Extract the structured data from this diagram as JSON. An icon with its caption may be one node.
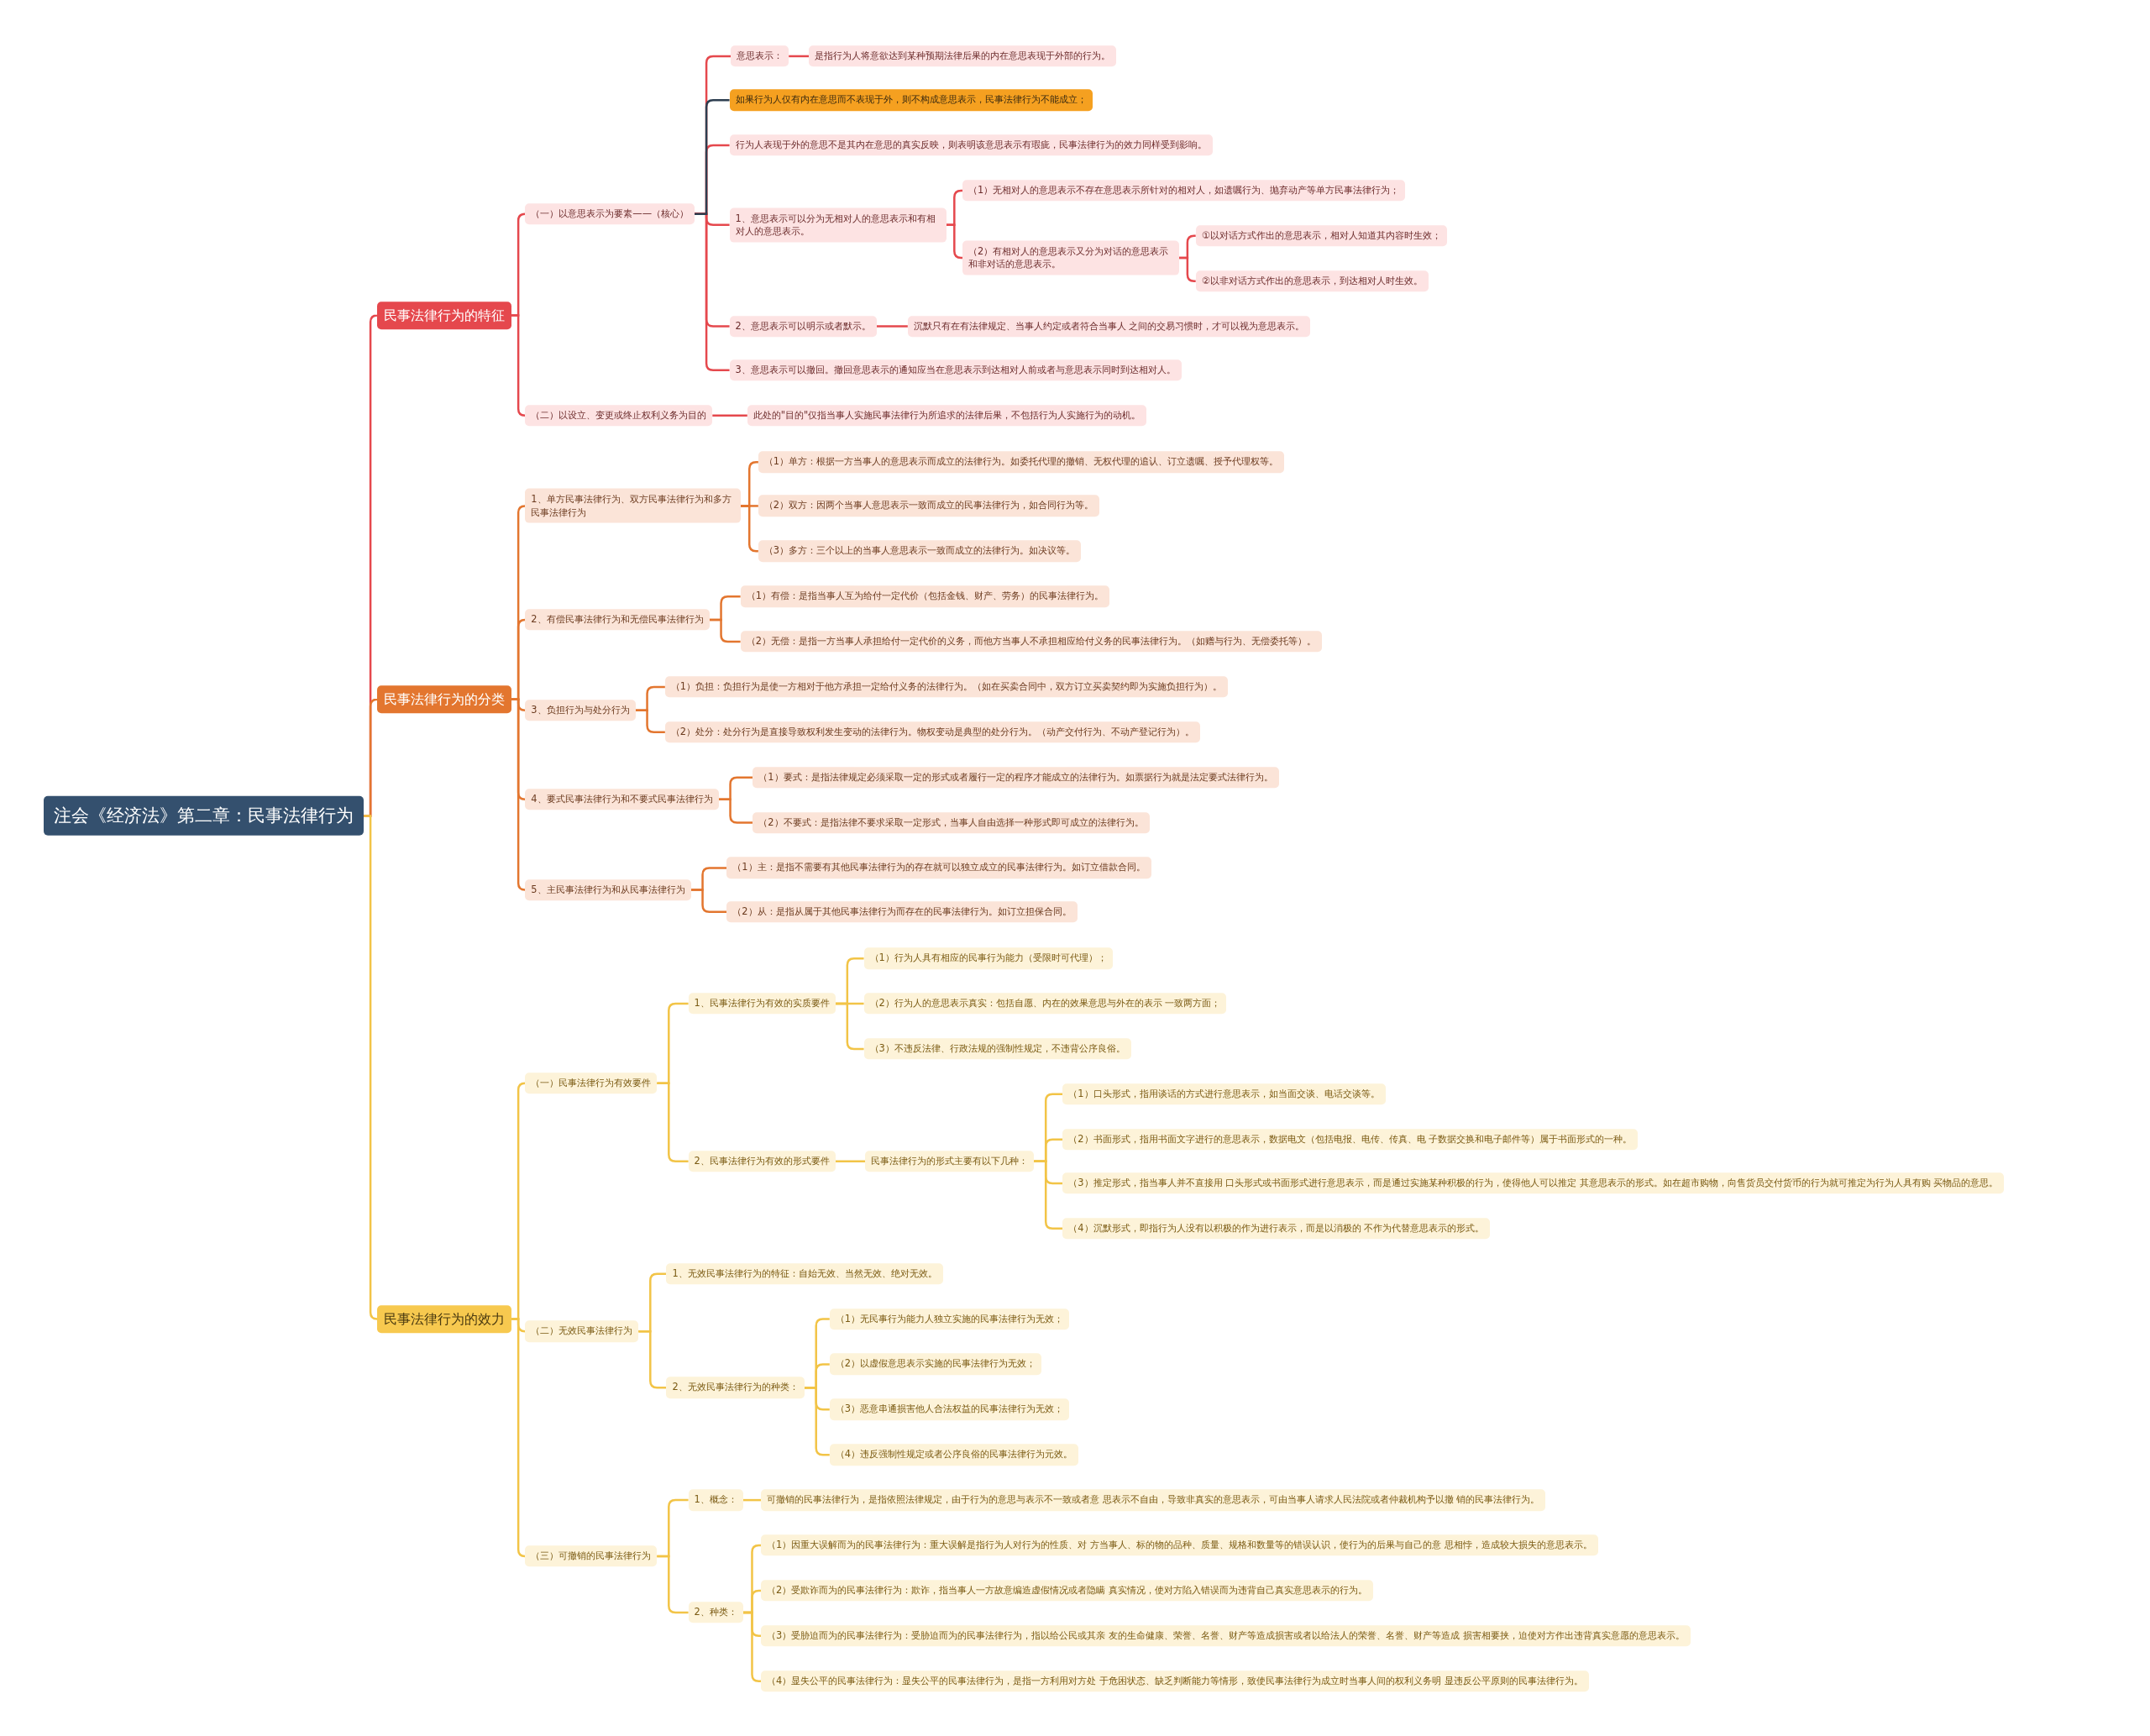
{
  "diagram": {
    "nodes": [
      {
        "text": [
          "注会《经济法》第二章：民事法律行为"
        ]
      },
      {
        "text": [
          "民事法律行为的特征"
        ]
      },
      {
        "text": [
          "（一）以意思表示为要素——（核心）"
        ]
      },
      {
        "text": [
          "意思表示："
        ]
      },
      {
        "text": [
          "是指行为人将意欲达到某种预期法律后果的内在意思表现于外部的行为。"
        ]
      },
      {
        "text": [
          "如果行为人仅有内在意思而不表现于外，则不构成意思表示，民事法律行为不能成立；"
        ]
      },
      {
        "text": [
          "行为人表现于外的意思不是其内在意思的真实反映，则表明该意思表示有瑕疵，民事法律行为的效力同样受到影响。"
        ]
      },
      {
        "text": [
          "1、意思表示可以分为无相对人的意思表示和有相对人的意思表示。"
        ]
      },
      {
        "text": [
          "（1）无相对人的意思表示不存在意思表示所针对的相对人，如遗嘱行为、抛弃动产等单方民事法律行为；"
        ]
      },
      {
        "text": [
          "（2）有相对人的意思表示又分为对话的意思表示和非对话的意思表示。"
        ]
      },
      {
        "text": [
          "①以对话方式作出的意思表示，相对人知道其内容时生效；"
        ]
      },
      {
        "text": [
          "②以非对话方式作出的意思表示，到达相对人时生效。"
        ]
      },
      {
        "text": [
          "2、意思表示可以明示或者默示。"
        ]
      },
      {
        "text": [
          "沉默只有在有法律规定、当事人约定或者符合当事人 之间的交易习惯时，才可以视为意思表示。"
        ]
      },
      {
        "text": [
          "3、意思表示可以撤回。撤回意思表示的通知应当在意思表示到达相对人前或者与意思表示同时到达相对人。"
        ]
      },
      {
        "text": [
          "（二）以设立、变更或终止权利义务为目的"
        ]
      },
      {
        "text": [
          "此处的\"目的\"仅指当事人实施民事法律行为所追求的法律后果，不包括行为人实施行为的动机。"
        ]
      },
      {
        "text": [
          "民事法律行为的分类"
        ]
      },
      {
        "text": [
          "1、单方民事法律行为、双方民事法律行为和多方民事法律行为"
        ]
      },
      {
        "text": [
          "（1）单方：根据一方当事人的意思表示而成立的法律行为。如委托代理的撤销、无权代理的追认、订立遗嘱、授予代理权等。"
        ]
      },
      {
        "text": [
          "（2）双方：因两个当事人意思表示一致而成立的民事法律行为，如合同行为等。"
        ]
      },
      {
        "text": [
          "（3）多方：三个以上的当事人意思表示一致而成立的法律行为。如决议等。"
        ]
      },
      {
        "text": [
          "2、有偿民事法律行为和无偿民事法律行为"
        ]
      },
      {
        "text": [
          "（1）有偿：是指当事人互为给付一定代价（包括金钱、财产、劳务）的民事法律行为。"
        ]
      },
      {
        "text": [
          "（2）无偿：是指一方当事人承担给付一定代价的义务，而他方当事人不承担相应给付义务的民事法律行为。（如赠与行为、无偿委托等）。"
        ]
      },
      {
        "text": [
          "3、负担行为与处分行为"
        ]
      },
      {
        "text": [
          "（1）负担：负担行为是使一方相对于他方承担一定给付义务的法律行为。（如在买卖合同中，双方订立买卖契约即为实施负担行为）。"
        ]
      },
      {
        "text": [
          "（2）处分：处分行为是直接导致权利发生变动的法律行为。物权变动是典型的处分行为。（动产交付行为、不动产登记行为）。"
        ]
      },
      {
        "text": [
          "4、要式民事法律行为和不要式民事法律行为"
        ]
      },
      {
        "text": [
          "（1）要式：是指法律规定必须采取一定的形式或者履行一定的程序才能成立的法律行为。如票据行为就是法定要式法律行为。"
        ]
      },
      {
        "text": [
          "（2）不要式：是指法律不要求采取一定形式，当事人自由选择一种形式即可成立的法律行为。"
        ]
      },
      {
        "text": [
          "5、主民事法律行为和从民事法律行为"
        ]
      },
      {
        "text": [
          "（1）主：是指不需要有其他民事法律行为的存在就可以独立成立的民事法律行为。如订立借款合同。"
        ]
      },
      {
        "text": [
          "（2）从：是指从属于其他民事法律行为而存在的民事法律行为。如订立担保合同。"
        ]
      },
      {
        "text": [
          "民事法律行为的效力"
        ]
      },
      {
        "text": [
          "（一）民事法律行为有效要件"
        ]
      },
      {
        "text": [
          "1、民事法律行为有效的实质要件"
        ]
      },
      {
        "text": [
          "（1）行为人具有相应的民事行为能力（受限时可代理）；"
        ]
      },
      {
        "text": [
          "（2）行为人的意思表示真实：包括自愿、内在的效果意思与外在的表示 一致两方面；"
        ]
      },
      {
        "text": [
          "（3）不违反法律、行政法规的强制性规定，不违背公序良俗。"
        ]
      },
      {
        "text": [
          "2、民事法律行为有效的形式要件"
        ]
      },
      {
        "text": [
          "民事法律行为的形式主要有以下几种："
        ]
      },
      {
        "text": [
          "（1）口头形式，指用谈话的方式进行意思表示，如当面交谈、电话交谈等。"
        ]
      },
      {
        "text": [
          "（2）书面形式，指用书面文字进行的意思表示，数据电文（包括电报、电传、传真、电 子数据交换和电子邮件等）属于书面形式的一种。"
        ]
      },
      {
        "text": [
          "（3）推定形式，指当事人并不直接用 口头形式或书面形式进行意思表示，而是通过实施某种积极的行为，使得他人可以推定 其意思表示的形式。如在超市购物，向售货员交付货币的行为就可推定为行为人具有购 买物品的意思。"
        ]
      },
      {
        "text": [
          "（4）沉默形式，即指行为人没有以积极的作为进行表示，而是以消极的 不作为代替意思表示的形式。"
        ]
      },
      {
        "text": [
          "（二）无效民事法律行为"
        ]
      },
      {
        "text": [
          "1、无效民事法律行为的特征：自始无效、当然无效、绝对无效。"
        ]
      },
      {
        "text": [
          "2、无效民事法律行为的种类："
        ]
      },
      {
        "text": [
          "（1）无民事行为能力人独立实施的民事法律行为无效；"
        ]
      },
      {
        "text": [
          "（2）以虚假意思表示实施的民事法律行为无效；"
        ]
      },
      {
        "text": [
          "（3）恶意串通损害他人合法权益的民事法律行为无效；"
        ]
      },
      {
        "text": [
          "（4）违反强制性规定或者公序良俗的民事法律行为元效。"
        ]
      },
      {
        "text": [
          "（三）可撤销的民事法律行为"
        ]
      },
      {
        "text": [
          "1、概念："
        ]
      },
      {
        "text": [
          "可撤销的民事法律行为，是指依照法律规定，由于行为的意思与表示不一致或者意 思表示不自由，导致非真实的意思表示，可由当事人请求人民法院或者仲裁机构予以撤 销的民事法律行为。"
        ]
      },
      {
        "text": [
          "2、种类："
        ]
      },
      {
        "text": [
          "（1）因重大误解而为的民事法律行为：重大误解是指行为人对行为的性质、对 方当事人、标的物的品种、质量、规格和数量等的错误认识，使行为的后果与自己的意 思相悖，造成较大损失的意思表示。"
        ]
      },
      {
        "text": [
          "（2）受欺诈而为的民事法律行为：欺诈，指当事人一方故意编造虚假情况或者隐瞒 真实情况，使对方陷入错误而为违背自己真实意思表示的行为。"
        ]
      },
      {
        "text": [
          "（3）受胁迫而为的民事法律行为：受胁迫而为的民事法律行为，指以给公民或其亲 友的生命健康、荣誉、名誉、财产等造成损害或者以给法人的荣誉、名誉、财产等造成 损害相要挟，迫使对方作出违背真实意愿的意思表示。"
        ]
      },
      {
        "text": [
          "（4）显失公平的民事法律行为：显失公平的民事法律行为，是指一方利用对方处 于危困状态、缺乏判断能力等情形，致使民事法律行为成立时当事人间的权利义务明 显违反公平原则的民事法律行为。"
        ]
      }
    ],
    "edges": [
      {
        "from": 0,
        "to": 1,
        "arrow": "none",
        "color": "#e5484d"
      },
      {
        "from": 1,
        "to": 2,
        "arrow": "none",
        "color": "#e5484d"
      },
      {
        "from": 2,
        "to": 3,
        "arrow": "none",
        "color": "#e5484d"
      },
      {
        "from": 3,
        "to": 4,
        "arrow": "none",
        "color": "#e5484d"
      },
      {
        "from": 2,
        "to": 5,
        "arrow": "none",
        "color": "#2d3e50"
      },
      {
        "from": 2,
        "to": 6,
        "arrow": "none",
        "color": "#e5484d"
      },
      {
        "from": 2,
        "to": 7,
        "arrow": "none",
        "color": "#e5484d"
      },
      {
        "from": 7,
        "to": 8,
        "arrow": "none",
        "color": "#e5484d"
      },
      {
        "from": 7,
        "to": 9,
        "arrow": "none",
        "color": "#e5484d"
      },
      {
        "from": 9,
        "to": 10,
        "arrow": "none",
        "color": "#e5484d"
      },
      {
        "from": 9,
        "to": 11,
        "arrow": "none",
        "color": "#e5484d"
      },
      {
        "from": 2,
        "to": 12,
        "arrow": "none",
        "color": "#e5484d"
      },
      {
        "from": 12,
        "to": 13,
        "arrow": "none",
        "color": "#e5484d"
      },
      {
        "from": 2,
        "to": 14,
        "arrow": "none",
        "color": "#e5484d"
      },
      {
        "from": 1,
        "to": 15,
        "arrow": "none",
        "color": "#e5484d"
      },
      {
        "from": 15,
        "to": 16,
        "arrow": "none",
        "color": "#e5484d"
      },
      {
        "from": 0,
        "to": 17,
        "arrow": "none",
        "color": "#e3762f"
      },
      {
        "from": 17,
        "to": 18,
        "arrow": "none",
        "color": "#e3762f"
      },
      {
        "from": 18,
        "to": 19,
        "arrow": "none",
        "color": "#e3762f"
      },
      {
        "from": 18,
        "to": 20,
        "arrow": "none",
        "color": "#e3762f"
      },
      {
        "from": 18,
        "to": 21,
        "arrow": "none",
        "color": "#e3762f"
      },
      {
        "from": 17,
        "to": 22,
        "arrow": "none",
        "color": "#e3762f"
      },
      {
        "from": 22,
        "to": 23,
        "arrow": "none",
        "color": "#e3762f"
      },
      {
        "from": 22,
        "to": 24,
        "arrow": "none",
        "color": "#e3762f"
      },
      {
        "from": 17,
        "to": 25,
        "arrow": "none",
        "color": "#e3762f"
      },
      {
        "from": 25,
        "to": 26,
        "arrow": "none",
        "color": "#e3762f"
      },
      {
        "from": 25,
        "to": 27,
        "arrow": "none",
        "color": "#e3762f"
      },
      {
        "from": 17,
        "to": 28,
        "arrow": "none",
        "color": "#e3762f"
      },
      {
        "from": 28,
        "to": 29,
        "arrow": "none",
        "color": "#e3762f"
      },
      {
        "from": 28,
        "to": 30,
        "arrow": "none",
        "color": "#e3762f"
      },
      {
        "from": 17,
        "to": 31,
        "arrow": "none",
        "color": "#e3762f"
      },
      {
        "from": 31,
        "to": 32,
        "arrow": "none",
        "color": "#e3762f"
      },
      {
        "from": 31,
        "to": 33,
        "arrow": "none",
        "color": "#e3762f"
      },
      {
        "from": 0,
        "to": 34,
        "arrow": "none",
        "color": "#f2c447"
      },
      {
        "from": 34,
        "to": 35,
        "arrow": "none",
        "color": "#f2c447"
      },
      {
        "from": 35,
        "to": 36,
        "arrow": "none",
        "color": "#f2c447"
      },
      {
        "from": 36,
        "to": 37,
        "arrow": "none",
        "color": "#f2c447"
      },
      {
        "from": 36,
        "to": 38,
        "arrow": "none",
        "color": "#f2c447"
      },
      {
        "from": 36,
        "to": 39,
        "arrow": "none",
        "color": "#f2c447"
      },
      {
        "from": 35,
        "to": 40,
        "arrow": "none",
        "color": "#f2c447"
      },
      {
        "from": 40,
        "to": 41,
        "arrow": "none",
        "color": "#f2c447"
      },
      {
        "from": 41,
        "to": 42,
        "arrow": "none",
        "color": "#f2c447"
      },
      {
        "from": 41,
        "to": 43,
        "arrow": "none",
        "color": "#f2c447"
      },
      {
        "from": 41,
        "to": 44,
        "arrow": "none",
        "color": "#f2c447"
      },
      {
        "from": 41,
        "to": 45,
        "arrow": "none",
        "color": "#f2c447"
      },
      {
        "from": 34,
        "to": 46,
        "arrow": "none",
        "color": "#f2c447"
      },
      {
        "from": 46,
        "to": 47,
        "arrow": "none",
        "color": "#f2c447"
      },
      {
        "from": 46,
        "to": 48,
        "arrow": "none",
        "color": "#f2c447"
      },
      {
        "from": 48,
        "to": 49,
        "arrow": "none",
        "color": "#f2c447"
      },
      {
        "from": 48,
        "to": 50,
        "arrow": "none",
        "color": "#f2c447"
      },
      {
        "from": 48,
        "to": 51,
        "arrow": "none",
        "color": "#f2c447"
      },
      {
        "from": 48,
        "to": 52,
        "arrow": "none",
        "color": "#f2c447"
      },
      {
        "from": 34,
        "to": 53,
        "arrow": "none",
        "color": "#f2c447"
      },
      {
        "from": 53,
        "to": 54,
        "arrow": "none",
        "color": "#f2c447"
      },
      {
        "from": 54,
        "to": 55,
        "arrow": "none",
        "color": "#f2c447"
      },
      {
        "from": 53,
        "to": 56,
        "arrow": "none",
        "color": "#f2c447"
      },
      {
        "from": 56,
        "to": 57,
        "arrow": "none",
        "color": "#f2c447"
      },
      {
        "from": 56,
        "to": 58,
        "arrow": "none",
        "color": "#f2c447"
      },
      {
        "from": 56,
        "to": 59,
        "arrow": "none",
        "color": "#f2c447"
      },
      {
        "from": 56,
        "to": 60,
        "arrow": "none",
        "color": "#f2c447"
      }
    ]
  }
}
